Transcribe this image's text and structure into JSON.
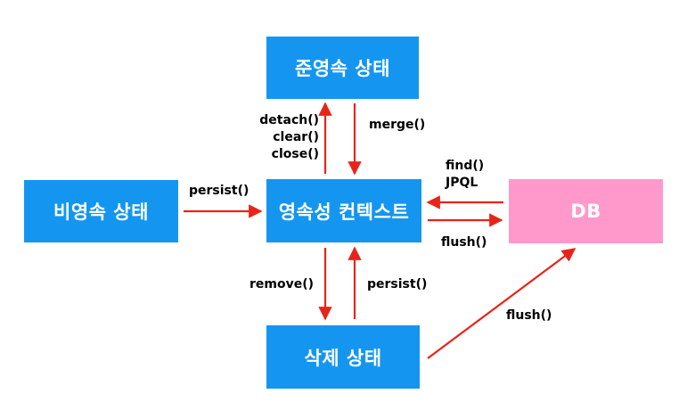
{
  "nodes": {
    "detached": "준영속 상태",
    "transient": "비영속 상태",
    "persistence_context": "영속성 컨텍스트",
    "removed": "삭제 상태",
    "db": "DB"
  },
  "edges": {
    "detach": "detach()",
    "clear": "clear()",
    "close": "close()",
    "merge": "merge()",
    "persist_from_transient": "persist()",
    "find": "find()",
    "jpql": "JPQL",
    "flush_from_context": "flush()",
    "remove": "remove()",
    "persist_from_removed": "persist()",
    "flush_from_removed": "flush()"
  },
  "colors": {
    "node_blue": "#1496f0",
    "node_pink": "#ff99cc",
    "arrow_red": "#e8241a"
  }
}
